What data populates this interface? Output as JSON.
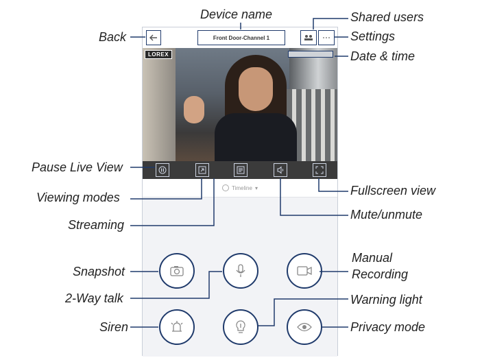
{
  "device": {
    "title": "Front Door-Channel 1",
    "logo": "LOREX"
  },
  "timeline": {
    "label": "Timeline"
  },
  "callouts": {
    "device_name": "Device name",
    "shared_users": "Shared users",
    "back": "Back",
    "settings": "Settings",
    "date_time": "Date & time",
    "pause_live_view": "Pause Live View",
    "fullscreen_view": "Fullscreen view",
    "viewing_modes": "Viewing modes",
    "mute_unmute": "Mute/unmute",
    "streaming": "Streaming",
    "snapshot": "Snapshot",
    "manual_recording_1": "Manual",
    "manual_recording_2": "Recording",
    "two_way_talk": "2-Way talk",
    "warning_light": "Warning light",
    "siren": "Siren",
    "privacy_mode": "Privacy mode"
  },
  "icons": {
    "back": "arrow-left-icon",
    "users": "shared-users-icon",
    "settings": "more-horizontal-icon",
    "pause": "pause-icon",
    "viewing_modes": "viewing-modes-icon",
    "streaming": "streaming-quality-icon",
    "mute": "speaker-icon",
    "fullscreen": "fullscreen-icon",
    "snapshot": "camera-icon",
    "record": "video-record-icon",
    "talk": "microphone-icon",
    "warning_light": "warning-light-icon",
    "siren": "siren-icon",
    "privacy": "eye-icon"
  },
  "colors": {
    "accent": "#1f3a6b",
    "panel_bg": "#f2f3f6",
    "control_bar": "#191919"
  }
}
